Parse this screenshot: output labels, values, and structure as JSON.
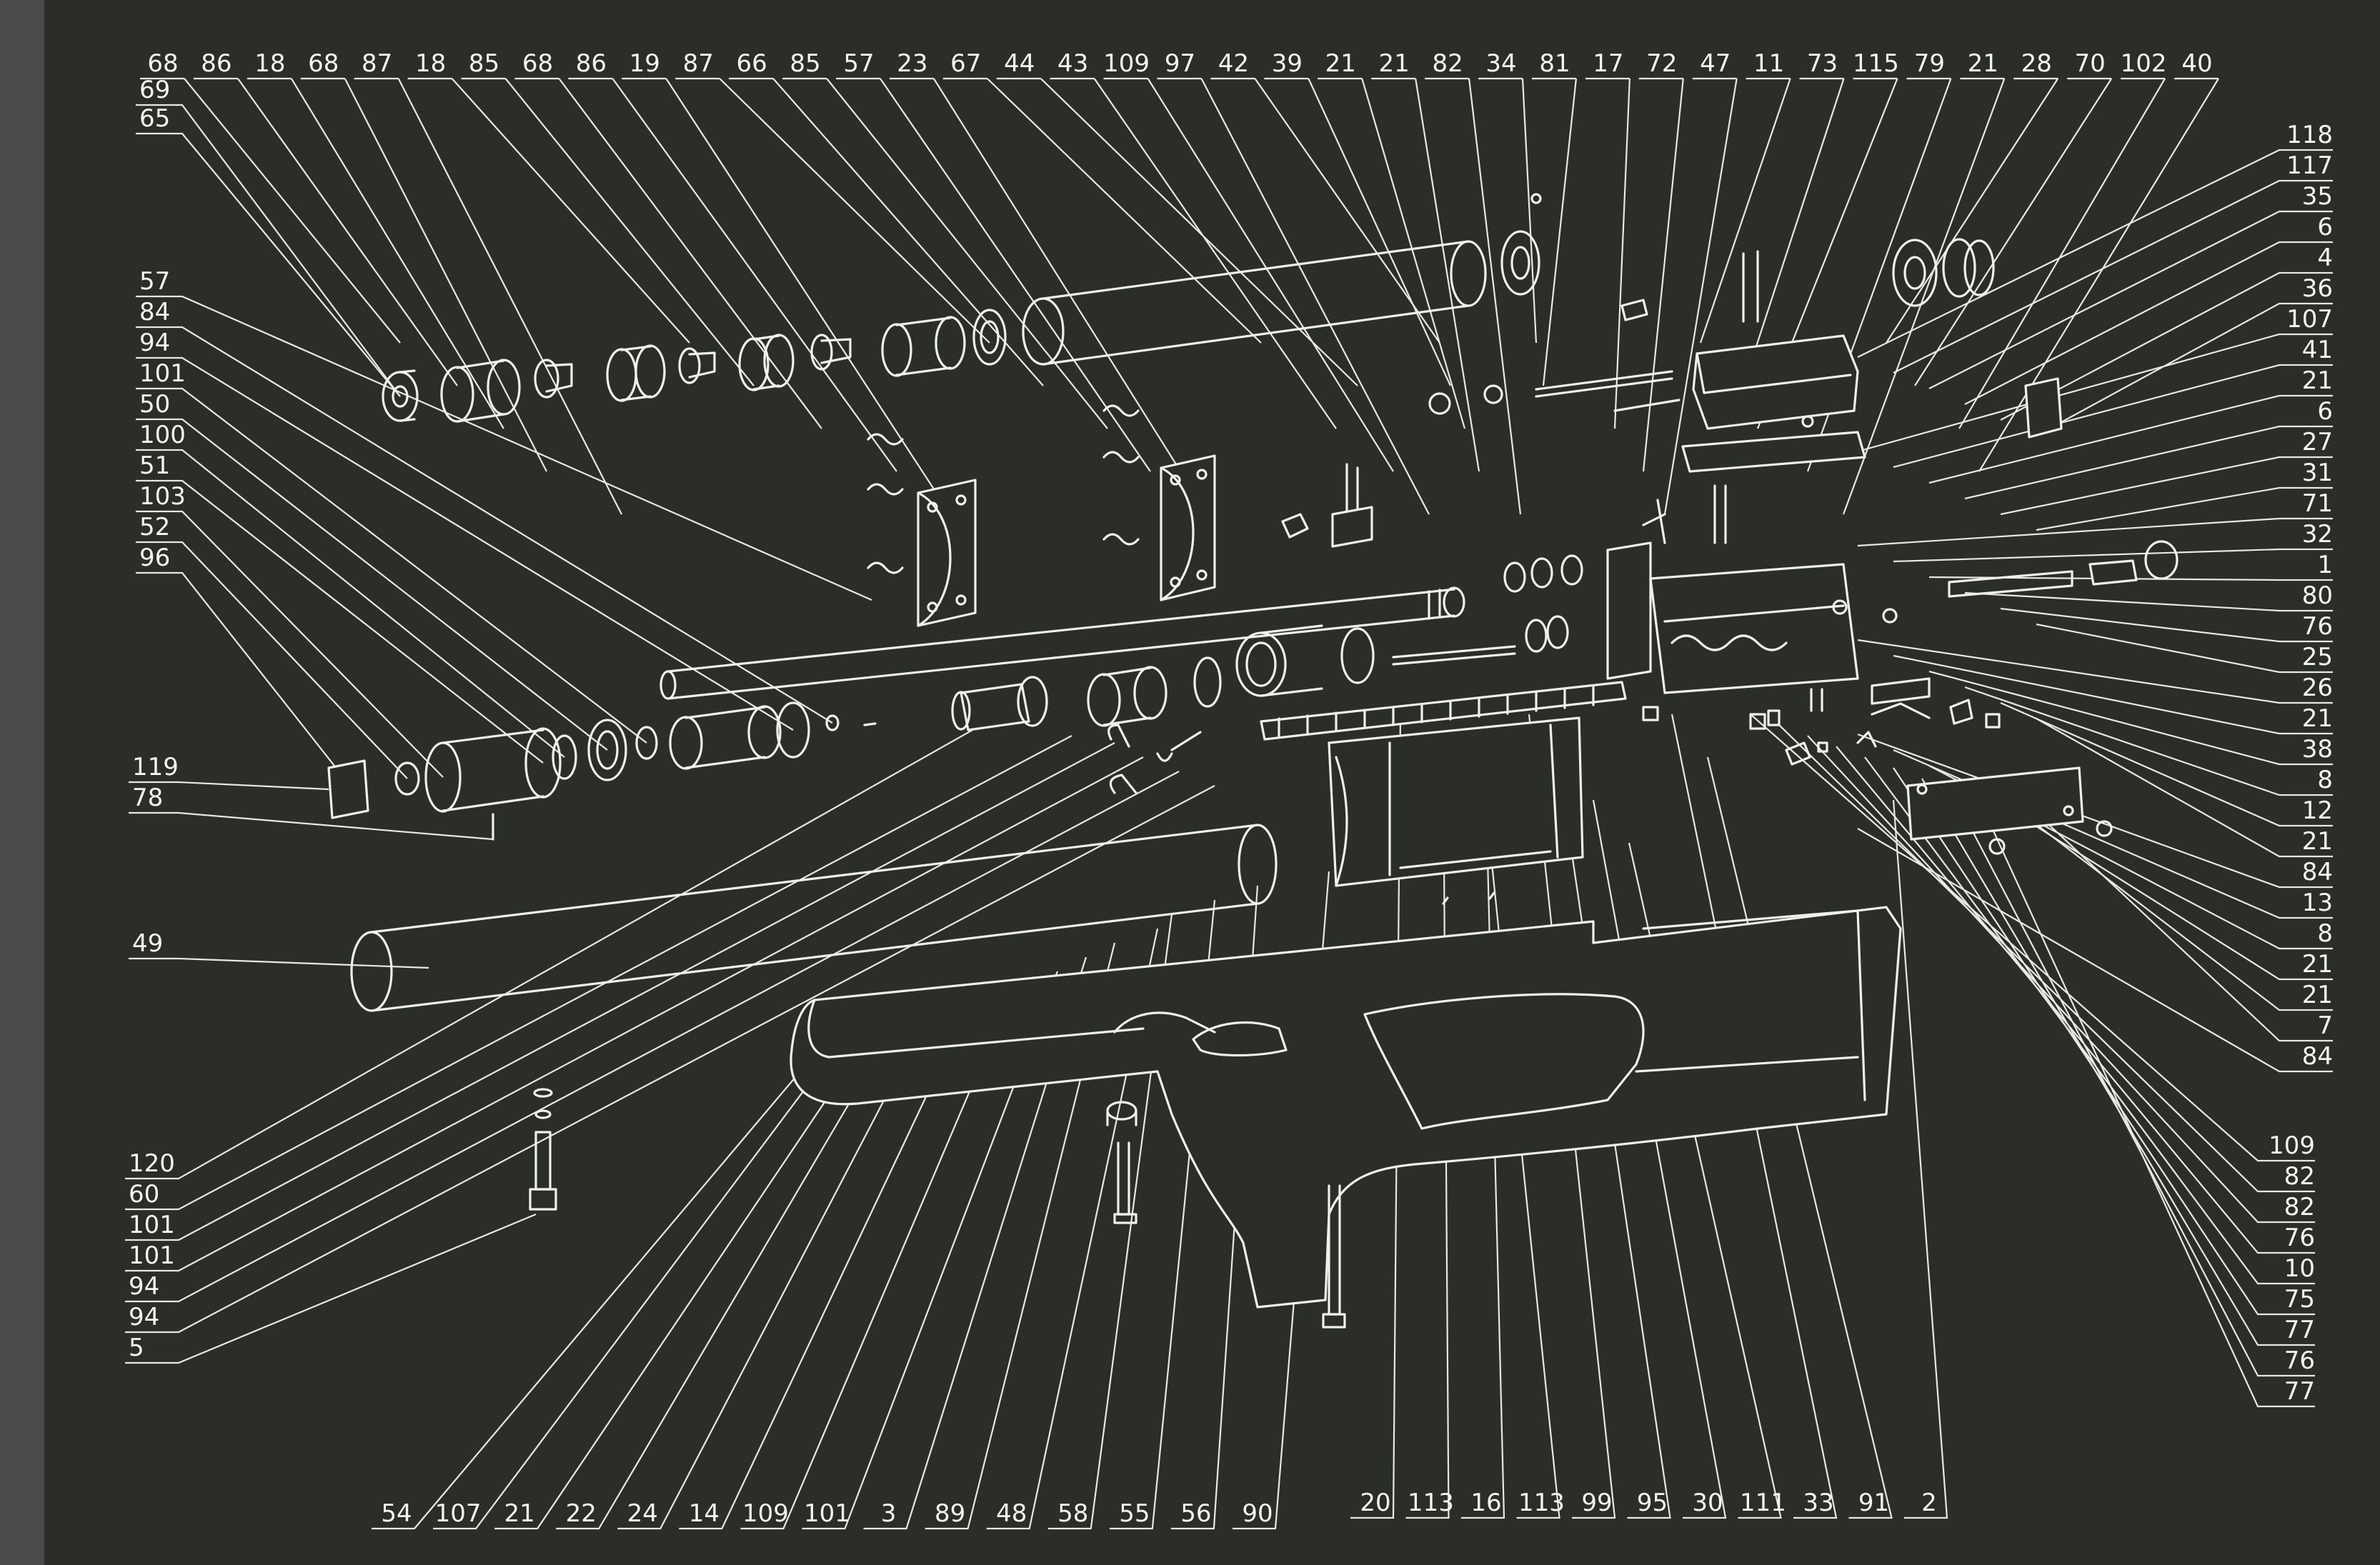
{
  "diagram": {
    "type": "exploded-parts-diagram",
    "colors": {
      "background": "#2b2e27",
      "line": "#f0f0ea",
      "text": "#f4f4f0"
    },
    "top_labels": [
      "68",
      "86",
      "18",
      "68",
      "87",
      "18",
      "85",
      "68",
      "86",
      "19",
      "87",
      "66",
      "85",
      "57",
      "23",
      "67",
      "44",
      "43",
      "109",
      "97",
      "42",
      "39",
      "21",
      "21",
      "82",
      "34",
      "81",
      "17",
      "72",
      "47",
      "11",
      "73",
      "115",
      "79",
      "21",
      "28",
      "70",
      "102",
      "40"
    ],
    "left_top_labels": [
      "69",
      "65"
    ],
    "left_labels": [
      "57",
      "84",
      "94",
      "101",
      "50",
      "100",
      "51",
      "103",
      "52",
      "96"
    ],
    "left_mid_labels": [
      "119",
      "78"
    ],
    "left_barrel_label": "49",
    "left_bottom_labels": [
      "120",
      "60",
      "101",
      "101",
      "94",
      "94",
      "5"
    ],
    "right_top_labels": [
      "118",
      "117",
      "35",
      "6",
      "4",
      "36",
      "107",
      "41",
      "21",
      "6",
      "27",
      "31",
      "71",
      "32",
      "1",
      "80",
      "76",
      "25",
      "26",
      "21",
      "38",
      "8",
      "12",
      "21",
      "84",
      "13",
      "8",
      "21",
      "21",
      "7",
      "84"
    ],
    "right_bottom_labels": [
      "109",
      "82",
      "82",
      "76",
      "10",
      "75",
      "77",
      "76",
      "77"
    ],
    "bottom_left_labels": [
      "54",
      "107",
      "21",
      "22",
      "24",
      "14",
      "109",
      "101",
      "3",
      "89",
      "48",
      "58",
      "55",
      "56",
      "90"
    ],
    "bottom_right_labels": [
      "20",
      "113",
      "16",
      "113",
      "99",
      "95",
      "30",
      "111",
      "33",
      "91",
      "2"
    ]
  }
}
